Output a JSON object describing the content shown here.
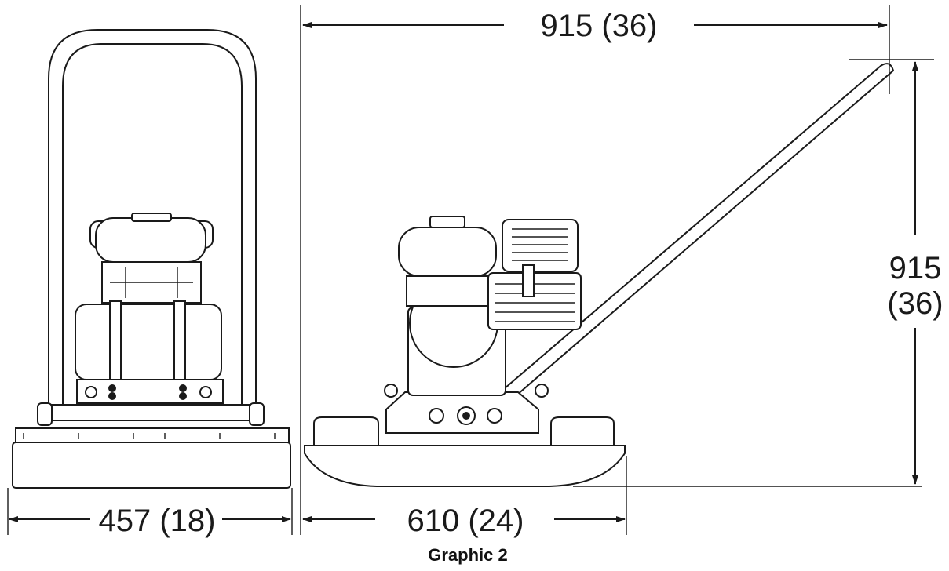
{
  "figure": {
    "caption": "Graphic 2",
    "dimensions": {
      "front_width": "457 (18)",
      "side_length": "610 (24)",
      "overall_length": "915 (36)",
      "overall_height_value": "915",
      "overall_height_imperial": "(36)"
    }
  }
}
